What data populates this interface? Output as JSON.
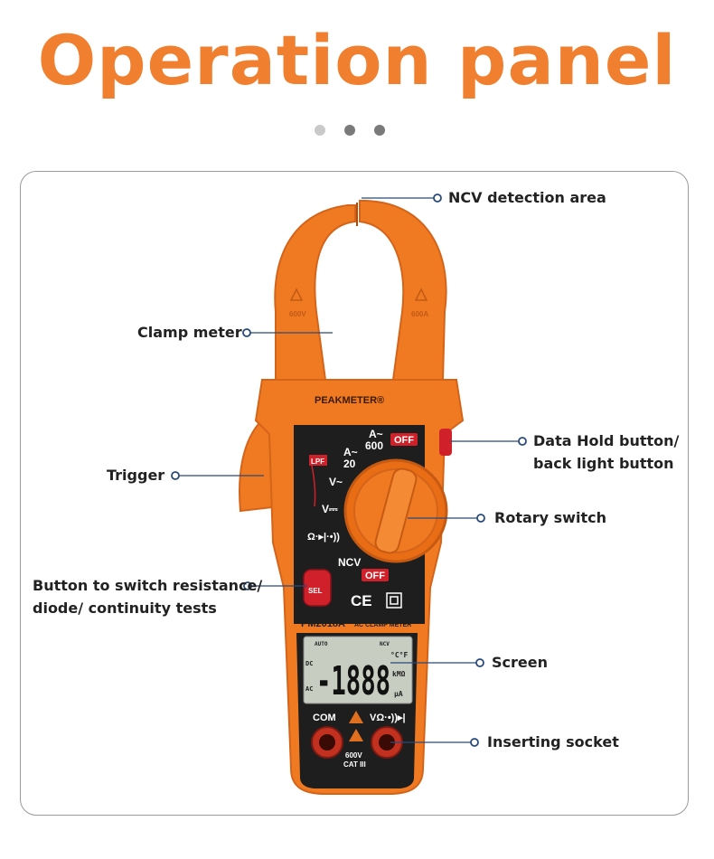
{
  "title": "Operation panel",
  "pager": {
    "dot_colors": [
      "#c9c9c9",
      "#7a7a7a",
      "#7a7a7a"
    ]
  },
  "colors": {
    "accent": "#f08030",
    "device_orange": "#f07a22",
    "panel_dark": "#1e1e1e",
    "callout_blue": "#2a4a7a"
  },
  "callouts": {
    "ncv": "NCV detection area",
    "clamp": "Clamp meter",
    "trigger": "Trigger",
    "hold_1": "Data Hold button/",
    "hold_2": "back light button",
    "rotary": "Rotary switch",
    "sel_1": "Button to switch resistance/",
    "sel_2": "diode/ continuity tests",
    "screen": "Screen",
    "socket": "Inserting socket"
  },
  "device": {
    "brand": "PEAKMETER®",
    "model": "PM2018A",
    "model_desc": "AC CLAMP METER",
    "jaw_rating_left": "600V",
    "jaw_rating_right": "600A",
    "dial": {
      "a600_top": "A~",
      "a600_bottom": "600",
      "a20_top": "A~",
      "a20_bottom": "20",
      "v_ac": "V~",
      "v_dc": "V⎓",
      "ohm": "Ω·▸|·•))",
      "ncv": "NCV",
      "off": "OFF",
      "lpf": "LPF"
    },
    "sel_label": "SEL",
    "cert": "CE",
    "lcd": {
      "digits": "-1888",
      "unit_top": "°C°F",
      "unit_mid": "kMΩ",
      "unit_bot": "μA",
      "dc": "DC",
      "ac": "AC",
      "top_row": [
        "AUTO",
        "NCV"
      ]
    },
    "com_label": "COM",
    "v_label": "VΩ·•))▸|",
    "rating": "600V",
    "cat": "CAT III"
  }
}
